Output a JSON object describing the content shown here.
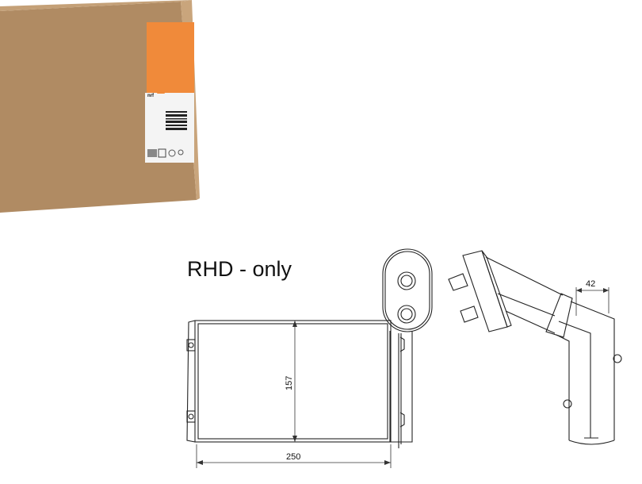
{
  "product": {
    "box_brand": "nrf",
    "note": "RHD - only",
    "dimensions": {
      "height": "157",
      "width": "250",
      "depth": "42"
    }
  },
  "colors": {
    "cardboard": "#b38e67",
    "cardboard_side": "#c7a47c",
    "label_orange": "#f08a3a"
  }
}
